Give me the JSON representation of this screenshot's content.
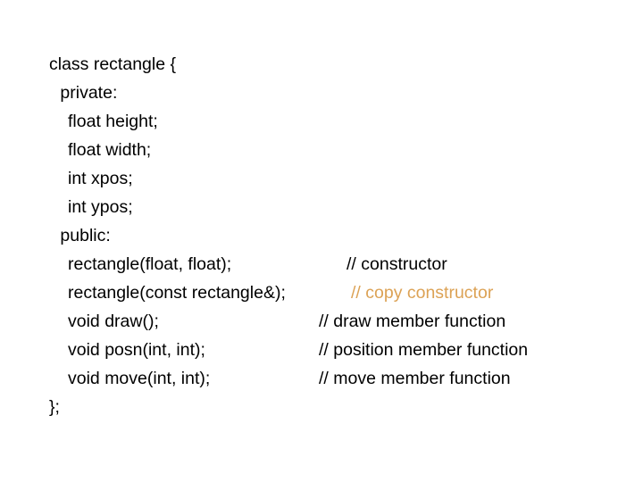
{
  "slide": {
    "background_color": "#ffffff",
    "default_text_color": "#000000",
    "highlight_comment_color": "#dca255",
    "code_lines": [
      {
        "code": "class rectangle {",
        "indent": 0,
        "comment": "",
        "comment_color": "#000000",
        "comment_column": ""
      },
      {
        "code": " private:",
        "indent": 1,
        "comment": "",
        "comment_color": "#000000",
        "comment_column": ""
      },
      {
        "code": "float height;",
        "indent": 2,
        "comment": "",
        "comment_color": "#000000",
        "comment_column": ""
      },
      {
        "code": "float width;",
        "indent": 2,
        "comment": "",
        "comment_color": "#000000",
        "comment_column": ""
      },
      {
        "code": "int xpos;",
        "indent": 2,
        "comment": "",
        "comment_color": "#000000",
        "comment_column": ""
      },
      {
        "code": "int ypos;",
        "indent": 2,
        "comment": "",
        "comment_color": "#000000",
        "comment_column": ""
      },
      {
        "code": " public:",
        "indent": 1,
        "comment": "",
        "comment_color": "#000000",
        "comment_column": ""
      },
      {
        "code": "rectangle(float, float);",
        "indent": 2,
        "comment": "// constructor",
        "comment_color": "#000000",
        "comment_column": "a"
      },
      {
        "code": "rectangle(const rectangle&);",
        "indent": 2,
        "comment": "// copy constructor",
        "comment_color": "#dca255",
        "comment_column": "b"
      },
      {
        "code": "void draw();",
        "indent": 2,
        "comment": "// draw member function",
        "comment_color": "#000000",
        "comment_column": "c"
      },
      {
        "code": "void posn(int, int);",
        "indent": 2,
        "comment": "// position member function",
        "comment_color": "#000000",
        "comment_column": "c"
      },
      {
        "code": "void move(int, int);",
        "indent": 2,
        "comment": "// move member function",
        "comment_color": "#000000",
        "comment_column": "c"
      },
      {
        "code": "};",
        "indent": 0,
        "comment": "",
        "comment_color": "#000000",
        "comment_column": ""
      }
    ]
  }
}
